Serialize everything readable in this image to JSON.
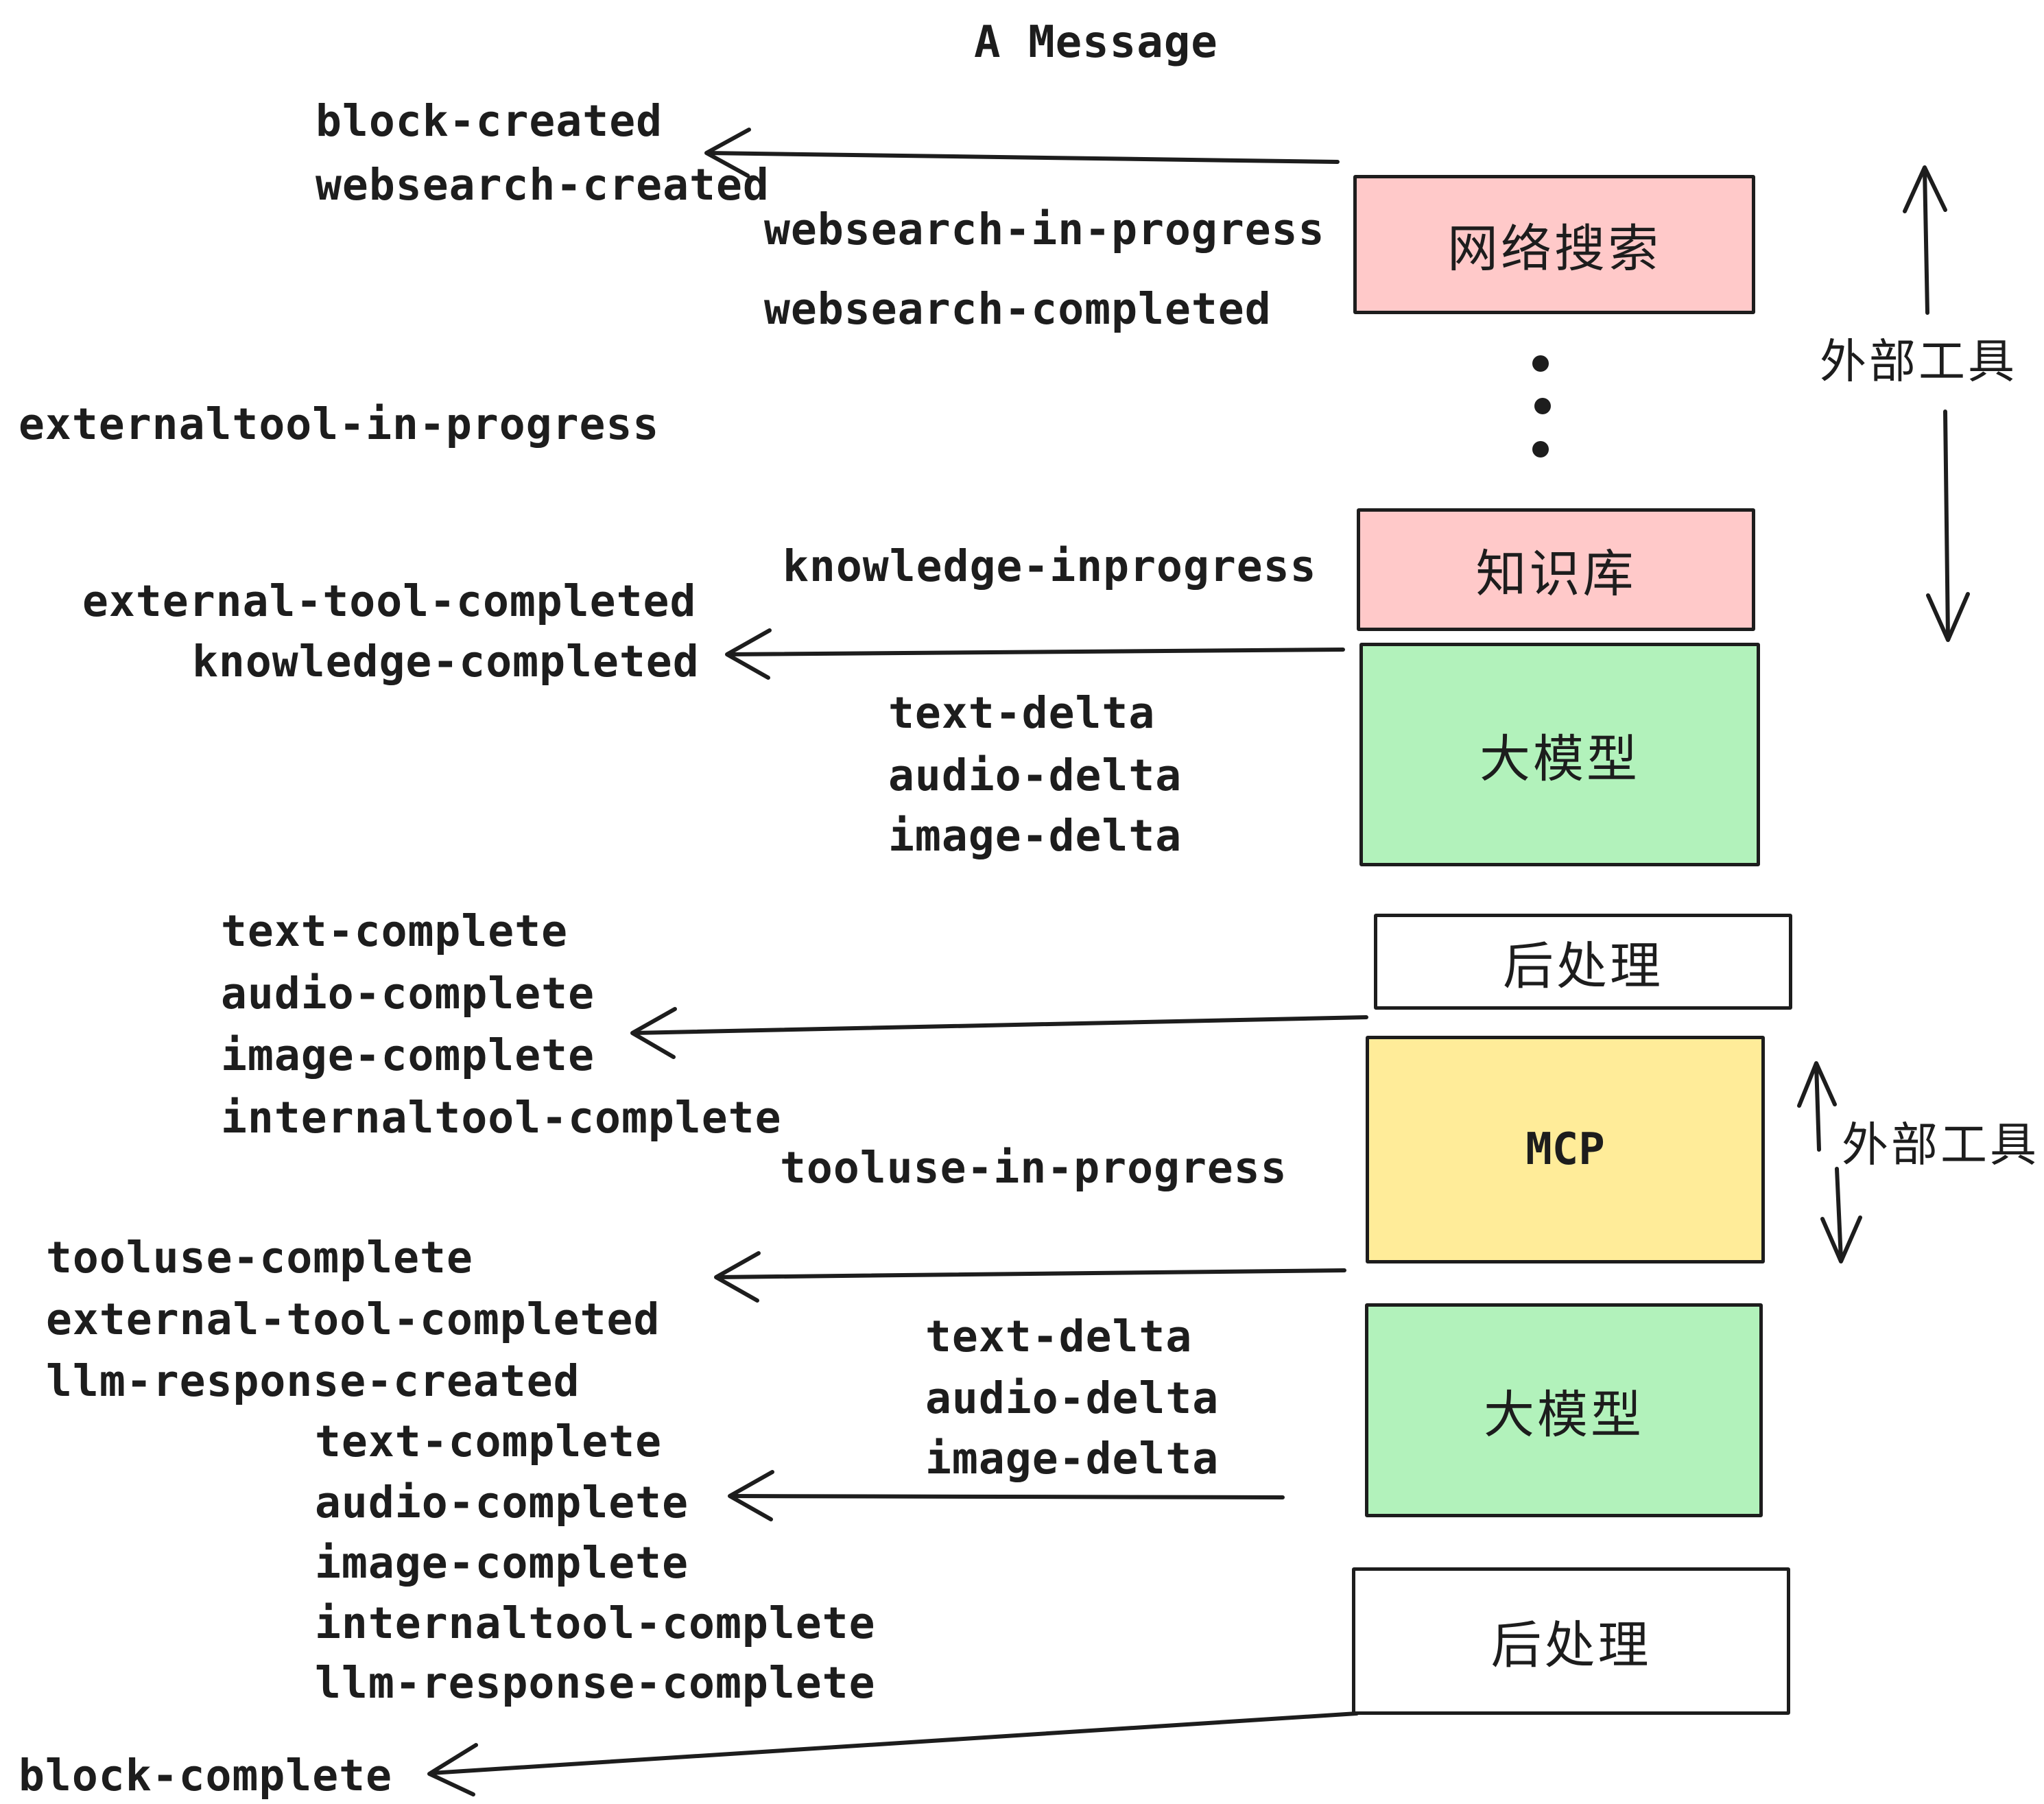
{
  "title": "A Message",
  "colors": {
    "ink": "#1d1d1d",
    "pink": "#ffc9c9",
    "green": "#b2f2bb",
    "yellow": "#ffec99",
    "white": "#ffffff"
  },
  "events": [
    {
      "text": "block-created"
    },
    {
      "text": "websearch-created"
    },
    {
      "text": "websearch-in-progress"
    },
    {
      "text": "websearch-completed"
    },
    {
      "text": "externaltool-in-progress"
    },
    {
      "text": "knowledge-inprogress"
    },
    {
      "text": "external-tool-completed"
    },
    {
      "text": "knowledge-completed"
    },
    {
      "text": "text-delta"
    },
    {
      "text": "audio-delta"
    },
    {
      "text": "image-delta"
    },
    {
      "text": "text-complete"
    },
    {
      "text": "audio-complete"
    },
    {
      "text": "image-complete"
    },
    {
      "text": "internaltool-complete"
    },
    {
      "text": "tooluse-in-progress"
    },
    {
      "text": "tooluse-complete"
    },
    {
      "text": "external-tool-completed"
    },
    {
      "text": "llm-response-created"
    },
    {
      "text": "text-complete"
    },
    {
      "text": "audio-complete"
    },
    {
      "text": "image-complete"
    },
    {
      "text": "internaltool-complete"
    },
    {
      "text": "llm-response-complete"
    },
    {
      "text": "block-complete"
    },
    {
      "text": "text-delta"
    },
    {
      "text": "audio-delta"
    },
    {
      "text": "image-delta"
    }
  ],
  "boxes": [
    {
      "id": "websearch",
      "label": "网络搜索",
      "color": "#ffc9c9"
    },
    {
      "id": "knowledge",
      "label": "知识库",
      "color": "#ffc9c9"
    },
    {
      "id": "llm-1",
      "label": "大模型",
      "color": "#b2f2bb"
    },
    {
      "id": "post-1",
      "label": "后处理",
      "color": "#ffffff"
    },
    {
      "id": "mcp",
      "label": "MCP",
      "color": "#ffec99"
    },
    {
      "id": "llm-2",
      "label": "大模型",
      "color": "#b2f2bb"
    },
    {
      "id": "post-2",
      "label": "后处理",
      "color": "#ffffff"
    }
  ],
  "annotations": {
    "external_tools_top": "外部工具",
    "external_tools_mcp": "外部工具"
  }
}
